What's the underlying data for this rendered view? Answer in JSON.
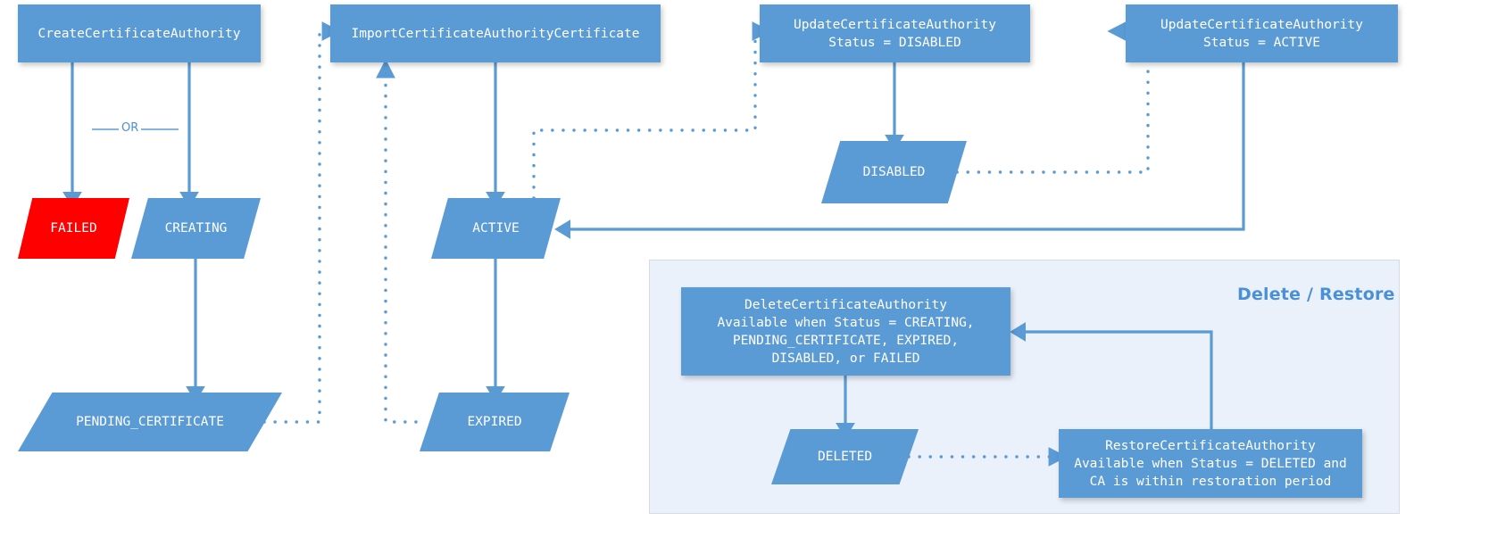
{
  "diagram": {
    "title": "AWS Private CA certificate authority lifecycle state diagram",
    "accent": "#5b9bd5",
    "error_color": "#ff0000",
    "panel_bg": "#eaf1fa",
    "label_color": "#4a90d9"
  },
  "nodes": {
    "create_ca": "CreateCertificateAuthority",
    "failed": "FAILED",
    "creating": "CREATING",
    "pending_certificate": "PENDING_CERTIFICATE",
    "import_ca_cert": "ImportCertificateAuthorityCertificate",
    "active": "ACTIVE",
    "expired": "EXPIRED",
    "update_ca_disabled": "UpdateCertificateAuthority\nStatus = DISABLED",
    "disabled": "DISABLED",
    "update_ca_active": "UpdateCertificateAuthority\nStatus = ACTIVE",
    "delete_ca": "DeleteCertificateAuthority\nAvailable when Status = CREATING,\nPENDING_CERTIFICATE, EXPIRED,\nDISABLED, or FAILED",
    "deleted": "DELETED",
    "restore_ca": "RestoreCertificateAuthority\nAvailable when Status = DELETED and\nCA is within restoration period"
  },
  "labels": {
    "or": "OR",
    "panel": "Delete / Restore"
  },
  "edges": [
    {
      "from": "create_ca",
      "to": "failed",
      "style": "solid"
    },
    {
      "from": "create_ca",
      "to": "creating",
      "style": "solid"
    },
    {
      "from": "creating",
      "to": "pending_certificate",
      "style": "solid"
    },
    {
      "from": "pending_certificate",
      "to": "import_ca_cert",
      "style": "dotted"
    },
    {
      "from": "import_ca_cert",
      "to": "active",
      "style": "solid"
    },
    {
      "from": "active",
      "to": "expired",
      "style": "solid"
    },
    {
      "from": "expired",
      "to": "import_ca_cert",
      "style": "dotted"
    },
    {
      "from": "active",
      "to": "update_ca_disabled",
      "style": "dotted"
    },
    {
      "from": "update_ca_disabled",
      "to": "disabled",
      "style": "solid"
    },
    {
      "from": "disabled",
      "to": "update_ca_active",
      "style": "dotted"
    },
    {
      "from": "update_ca_active",
      "to": "active",
      "style": "solid"
    },
    {
      "from": "delete_ca",
      "to": "deleted",
      "style": "solid"
    },
    {
      "from": "deleted",
      "to": "restore_ca",
      "style": "dotted"
    },
    {
      "from": "restore_ca",
      "to": "delete_ca",
      "style": "solid"
    }
  ]
}
